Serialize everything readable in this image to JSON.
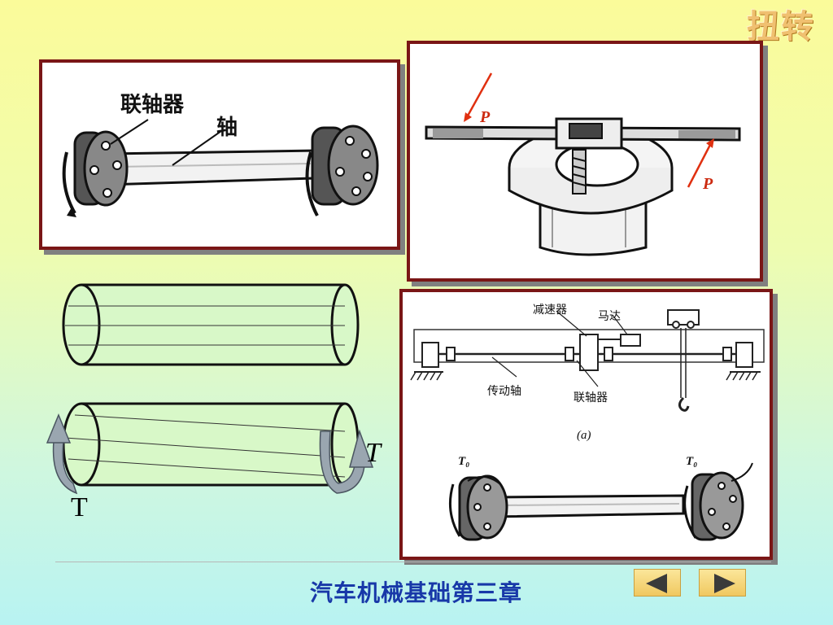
{
  "slide": {
    "title": "扭转",
    "footer": "汽车机械基础第三章"
  },
  "figure_coupling": {
    "label_coupling": "联轴器",
    "label_shaft": "轴"
  },
  "figure_wrench": {
    "force_label_top": "P",
    "force_label_bottom": "P"
  },
  "figure_crane": {
    "label_reducer": "减速器",
    "label_motor": "马达",
    "label_drive_shaft": "传动轴",
    "label_coupling": "联轴器",
    "label_subfigure": "(a)",
    "label_torque_left": "T₀",
    "label_torque_right": "T₀"
  },
  "cylinder_diagram": {
    "torque_right": "T",
    "torque_left": "T"
  },
  "navigation": {
    "prev_icon": "triangle-left-icon",
    "next_icon": "triangle-right-icon"
  },
  "colors": {
    "frame_border": "#7a1616",
    "footer_text": "#1838a8",
    "cylinder_fill": "#d8f8c8",
    "force_arrow": "#e03010",
    "title_text": "#f0c070"
  }
}
